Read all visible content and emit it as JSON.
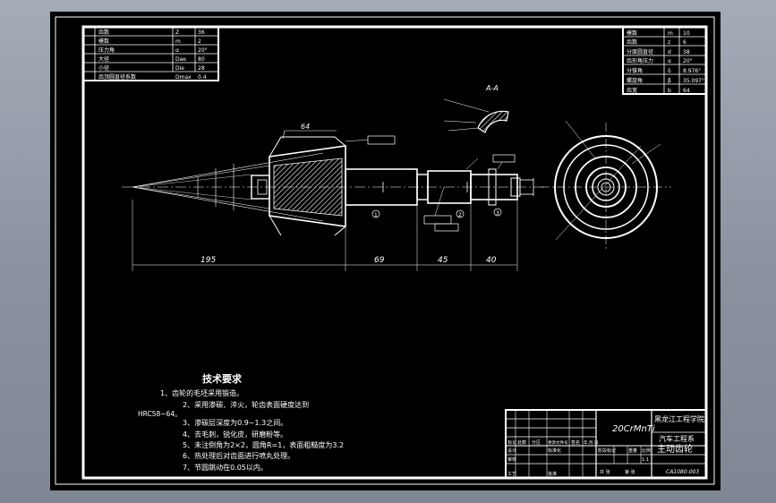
{
  "drawing": {
    "section_label": "A-A",
    "material_code": "20CrMnTi",
    "dimensions": {
      "overall_cone": "195",
      "shaft_seg_1": "69",
      "shaft_seg_2": "45",
      "shaft_seg_3": "40",
      "cone_width": "64"
    },
    "balloon_numbers": [
      "1",
      "2",
      "3"
    ],
    "tech_requirements": {
      "title": "技术要求",
      "items": [
        "1、齿轮的毛坯采用锻造。",
        "2、采用渗碳、淬火，轮齿表面硬度达到",
        "HRC58~64。",
        "3、渗碳层深度为0.9~1.3之间。",
        "4、去毛刺，锐化皮，研磨粉等。",
        "5、未注倒角为2×2，圆角R=1，表面粗糙度为3.2",
        "6、热处理后对齿面进行喷丸处理。",
        "7、节圆跳动在0.05以内。"
      ]
    },
    "gear_params_right": {
      "rows": [
        {
          "name": "模数",
          "sym": "m",
          "val": "10"
        },
        {
          "name": "齿数",
          "sym": "z",
          "val": "6"
        },
        {
          "name": "分度圆直径",
          "sym": "d",
          "val": "38"
        },
        {
          "name": "齿形角压力",
          "sym": "α",
          "val": "20°"
        },
        {
          "name": "分锥角",
          "sym": "δ",
          "val": "8.976°"
        },
        {
          "name": "螺旋角",
          "sym": "β",
          "val": "35.097°"
        },
        {
          "name": "齿宽",
          "sym": "b",
          "val": "64"
        }
      ]
    },
    "mesh_params_left": {
      "rows": [
        {
          "name": "齿数",
          "sym": "Z",
          "val": "36"
        },
        {
          "name": "模数",
          "sym": "m",
          "val": "2"
        },
        {
          "name": "压力角",
          "sym": "α",
          "val": "20°"
        },
        {
          "name": "大径",
          "sym": "Dae",
          "val": "80"
        },
        {
          "name": "小径",
          "sym": "Die",
          "val": "28"
        },
        {
          "name": "齿顶圆直径系数",
          "sym": "Dmax",
          "val": "0.4"
        }
      ]
    },
    "title_block": {
      "material": "20CrMnTi",
      "school": "黑龙江工程学院",
      "college": "汽车工程系",
      "part_name": "主动齿轮",
      "drawing_no": "CA1080-003",
      "labels": {
        "mark": "标记",
        "count": "处数",
        "zone": "分区",
        "change_doc": "更改文件号",
        "signature": "签名",
        "date": "年.月.日",
        "design": "设计",
        "standardize": "标准化",
        "stage_mark": "阶段标记",
        "weight": "重量",
        "scale": "比例",
        "scale_value": "1:1",
        "audit": "审核",
        "process": "工艺",
        "approve": "批准",
        "sheet_total": "共 张",
        "sheet_no": "第 张"
      }
    }
  }
}
